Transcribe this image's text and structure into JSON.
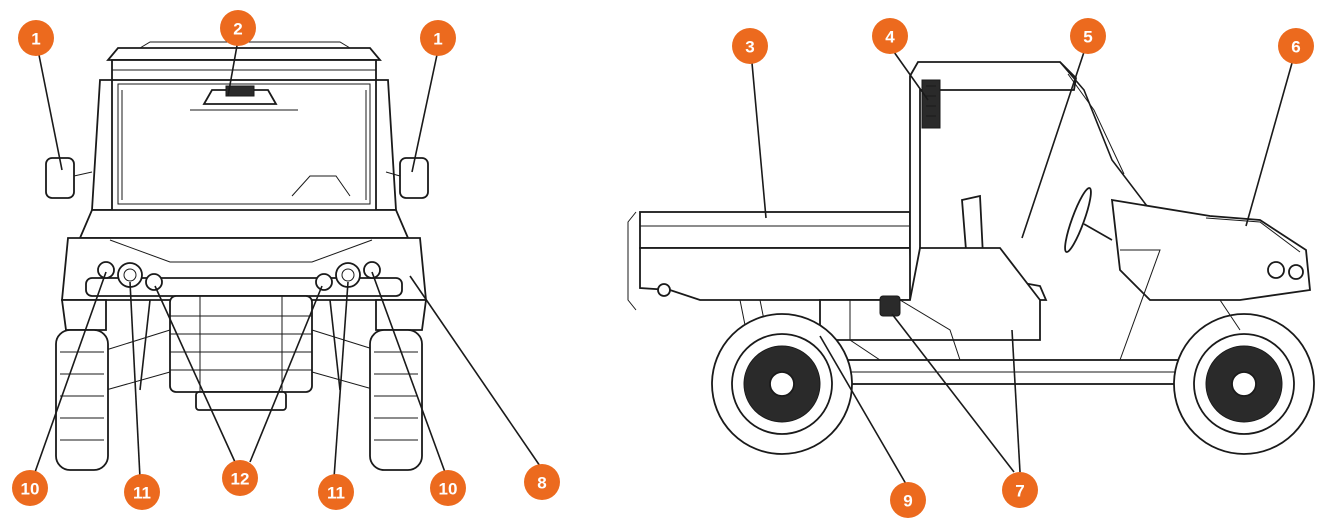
{
  "callouts": {
    "c1a": "1",
    "c2": "2",
    "c1b": "1",
    "c10a": "10",
    "c11a": "11",
    "c12": "12",
    "c11b": "11",
    "c10b": "10",
    "c8": "8",
    "c3": "3",
    "c4": "4",
    "c5": "5",
    "c6": "6",
    "c9": "9",
    "c7": "7"
  },
  "colors": {
    "callout": "#ec6a1e",
    "line": "#1a1a1a"
  }
}
